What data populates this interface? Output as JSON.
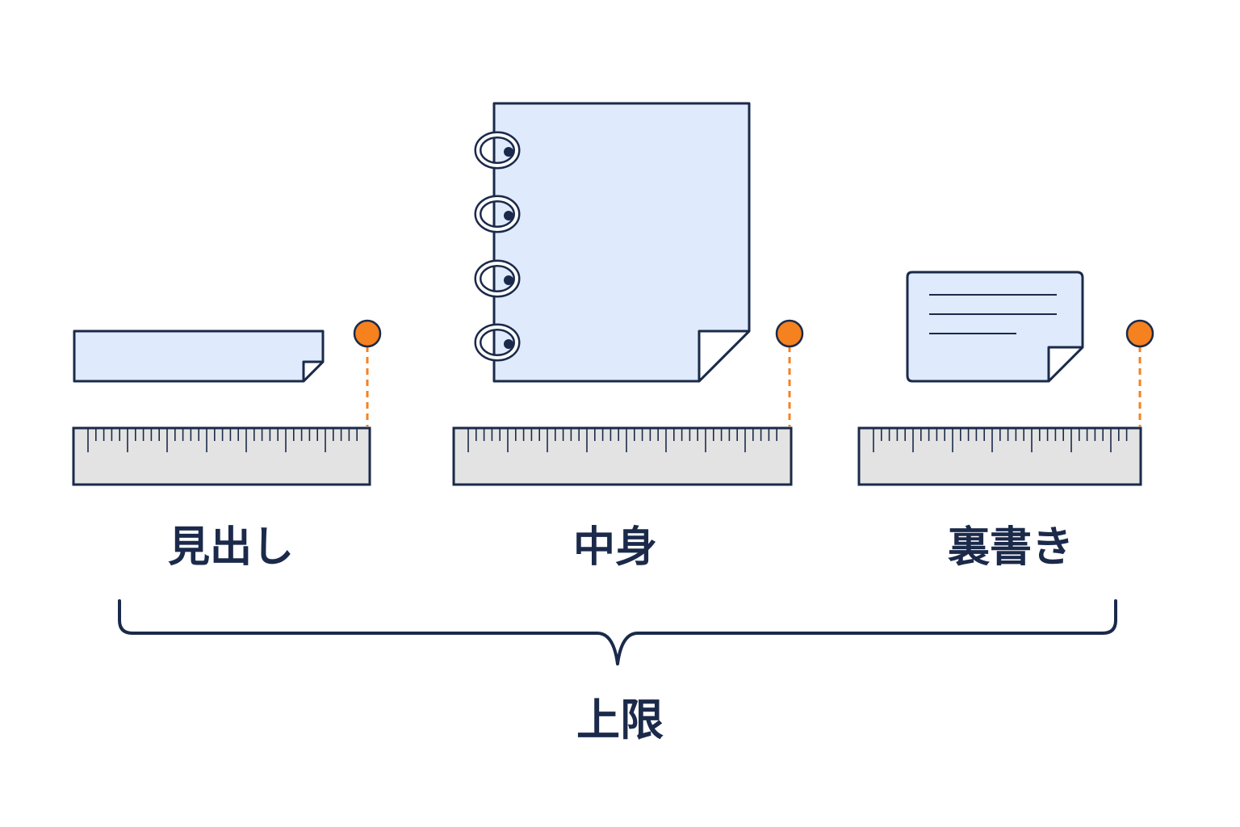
{
  "colors": {
    "outline": "#1b2a4a",
    "paper_fill": "#dfeafc",
    "fold_fill": "#ffffff",
    "ruler_fill": "#e3e3e3",
    "marker": "#f5811f",
    "background": "#ffffff"
  },
  "icons": [
    "header-strip-paper-icon",
    "spiral-notebook-icon",
    "note-card-icon",
    "ruler-icon",
    "limit-marker-icon",
    "curly-brace-icon"
  ],
  "items": [
    {
      "label": "見出し",
      "paper": "header-strip-paper-icon"
    },
    {
      "label": "中身",
      "paper": "spiral-notebook-icon"
    },
    {
      "label": "裏書き",
      "paper": "note-card-icon"
    }
  ],
  "summary_label": "上限"
}
